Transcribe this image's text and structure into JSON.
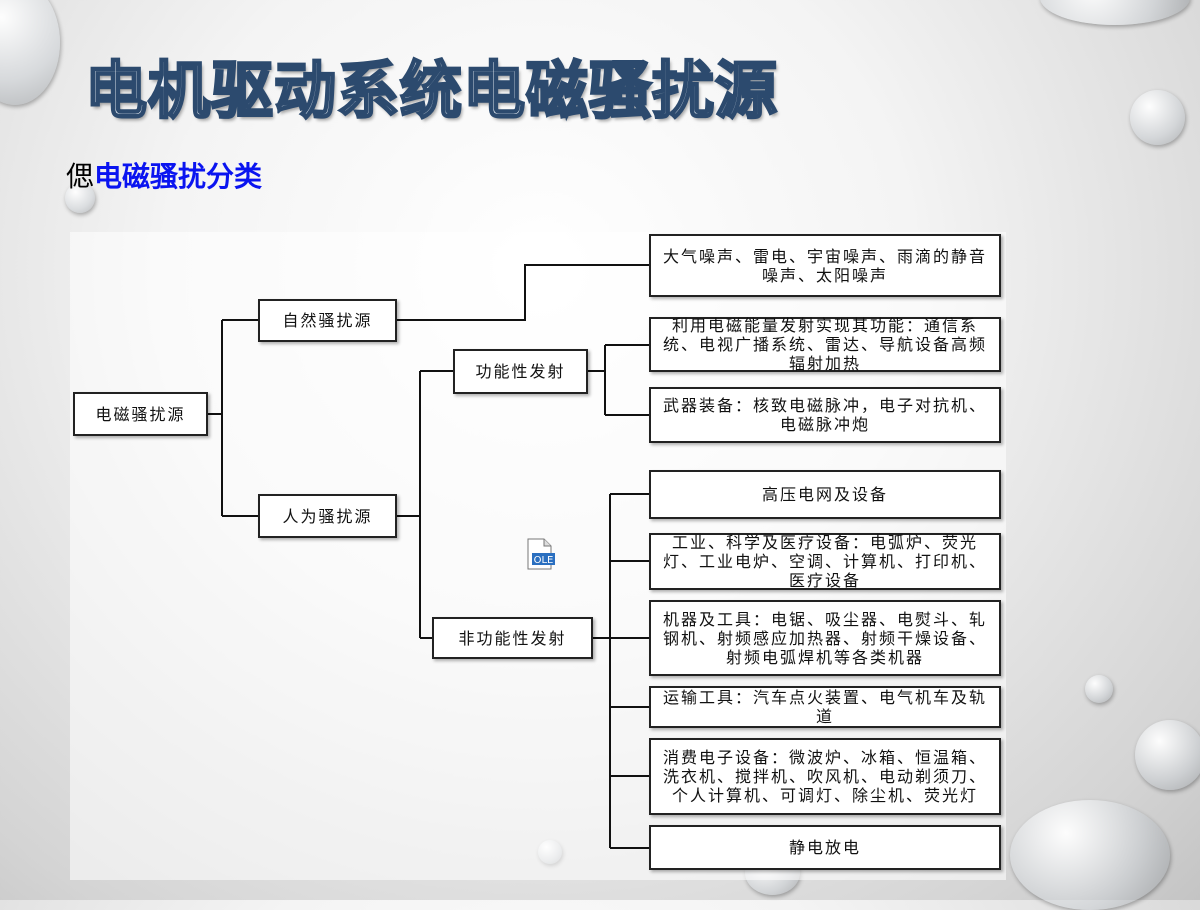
{
  "title": "电机驱动系统电磁骚扰源",
  "subtitle": {
    "bullet": "偲",
    "text": "电磁骚扰分类"
  },
  "diagram": {
    "root": "电磁骚扰源",
    "natural": "自然骚扰源",
    "artificial": "人为骚扰源",
    "functional": "功能性发射",
    "nonfunctional": "非功能性发射",
    "natural_leaf": "大气噪声、雷电、宇宙噪声、雨滴的静音噪声、太阳噪声",
    "functional_leaves": [
      "利用电磁能量发射实现其功能：通信系统、电视广播系统、雷达、导航设备高频辐射加热",
      "武器装备：核致电磁脉冲，电子对抗机、电磁脉冲炮"
    ],
    "nonfunctional_leaves": [
      "高压电网及设备",
      "工业、科学及医疗设备：电弧炉、荧光灯、工业电炉、空调、计算机、打印机、医疗设备",
      "机器及工具：电锯、吸尘器、电熨斗、轧钢机、射频感应加热器、射频干燥设备、射频电弧焊机等各类机器",
      "运输工具：汽车点火装置、电气机车及轨道",
      "消费电子设备：微波炉、冰箱、恒温箱、洗衣机、搅拌机、吹风机、电动剃须刀、个人计算机、可调灯、除尘机、荧光灯",
      "静电放电"
    ],
    "ole_label": "OLE"
  }
}
